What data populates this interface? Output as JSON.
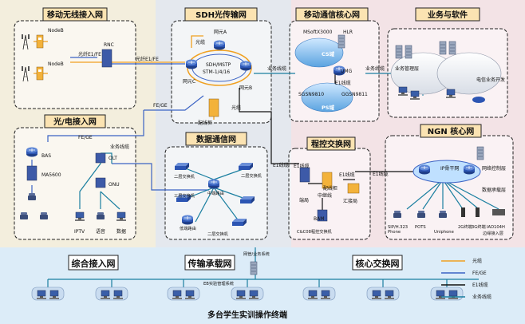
{
  "regions": {
    "mobile_wireless": "移动无线接入网",
    "sdh": "SDH光传输网",
    "mobile_core": "移动通信核心网",
    "business": "业务与软件",
    "optical_access": "光/电接入网",
    "data_comm": "数据通信网",
    "program_switch": "程控交换网",
    "ngn_core": "NGN 核心网",
    "integrated_access": "综合接入网",
    "transport_bearer": "传输承载网",
    "core_switch": "核心交换网"
  },
  "labels": {
    "nodeb_1": "NodeB",
    "nodeb_2": "NodeB",
    "rnc": "RNC",
    "fiber_e1_fe_1": "光纤E1/FE",
    "fiber_e1_fe_2": "光纤E1/FE",
    "fiber": "光缆",
    "ne_a": "网元A",
    "ne_b": "网元B",
    "ne_c": "网元C",
    "sdh_mstp": "SDH/MSTP",
    "stm": "STM-1/4/16",
    "distribution_frame": "配线柜",
    "fiber_2": "光缆",
    "fe_ge": "FE/GE",
    "business_line": "业务线缆",
    "msoftx": "MSoftX3000",
    "hlr": "HLR",
    "cs_domain": "CS域",
    "umg": "UMG",
    "e1_line": "E1线缆",
    "sgsn": "SGSN9810",
    "ggsn": "GGSN9811",
    "ps_domain": "PS域",
    "business_line_2": "业务线缆",
    "biz_mgmt": "业务管理层",
    "telecom_dev": "电信业务开发",
    "fe_ge_2": "FE/GE",
    "bas": "BAS",
    "ma5600": "MA5600",
    "olt": "OLT",
    "onu": "ONU",
    "business_line_3": "业务线缆",
    "iptv": "IPTV",
    "voice": "语音",
    "data": "数据",
    "l2_switch_1": "二层交换机",
    "l2_switch_2": "二层交换机",
    "l3_switch": "三层交换机",
    "core_router": "中端路由",
    "low_router": "低端路由",
    "l2_switch_3": "二层交换机",
    "e1_line_2": "E1线缆",
    "e1_line_3": "E1线缆",
    "dist_frame_2": "配线柜",
    "relay_line": "中继线",
    "e1_line_4": "E1线缆",
    "tandem": "汇接局",
    "end_office": "端局",
    "bam": "BAM",
    "cc08": "C&C08程控交换机",
    "e1_line_5": "E1线缆",
    "ip_backbone": "IP骨干网",
    "net_ctrl": "网络控制层",
    "data_bearer": "数据承载层",
    "sip": "SIP/H.323\nPhone",
    "sip_line1": "SIP/H.323",
    "sip_line2": "Phone",
    "pots": "POTS",
    "uniphone": "Uniphone",
    "phone_2g": "2G终端",
    "phone_3g": "3G终端",
    "iad": "IAD104H",
    "edge_access": "边缘接入层",
    "gateway_biz": "网管/业务系统",
    "eb_mgmt": "EB实验管理系统",
    "students": "多台学生实训操作终端"
  },
  "legend": [
    {
      "label": "光缆",
      "color": "#f0a020"
    },
    {
      "label": "FE/GE",
      "color": "#3b63c4"
    },
    {
      "label": "E1线缆",
      "color": "#111111"
    },
    {
      "label": "业务线缆",
      "color": "#1a7fa0"
    }
  ],
  "colors": {
    "panel_left": "#f3eedd",
    "panel_mid": "#e4e8ee",
    "panel_right": "#f3e3e6",
    "panel_bottom": "#dcecf8",
    "title_fill": "#fbe3b2"
  }
}
